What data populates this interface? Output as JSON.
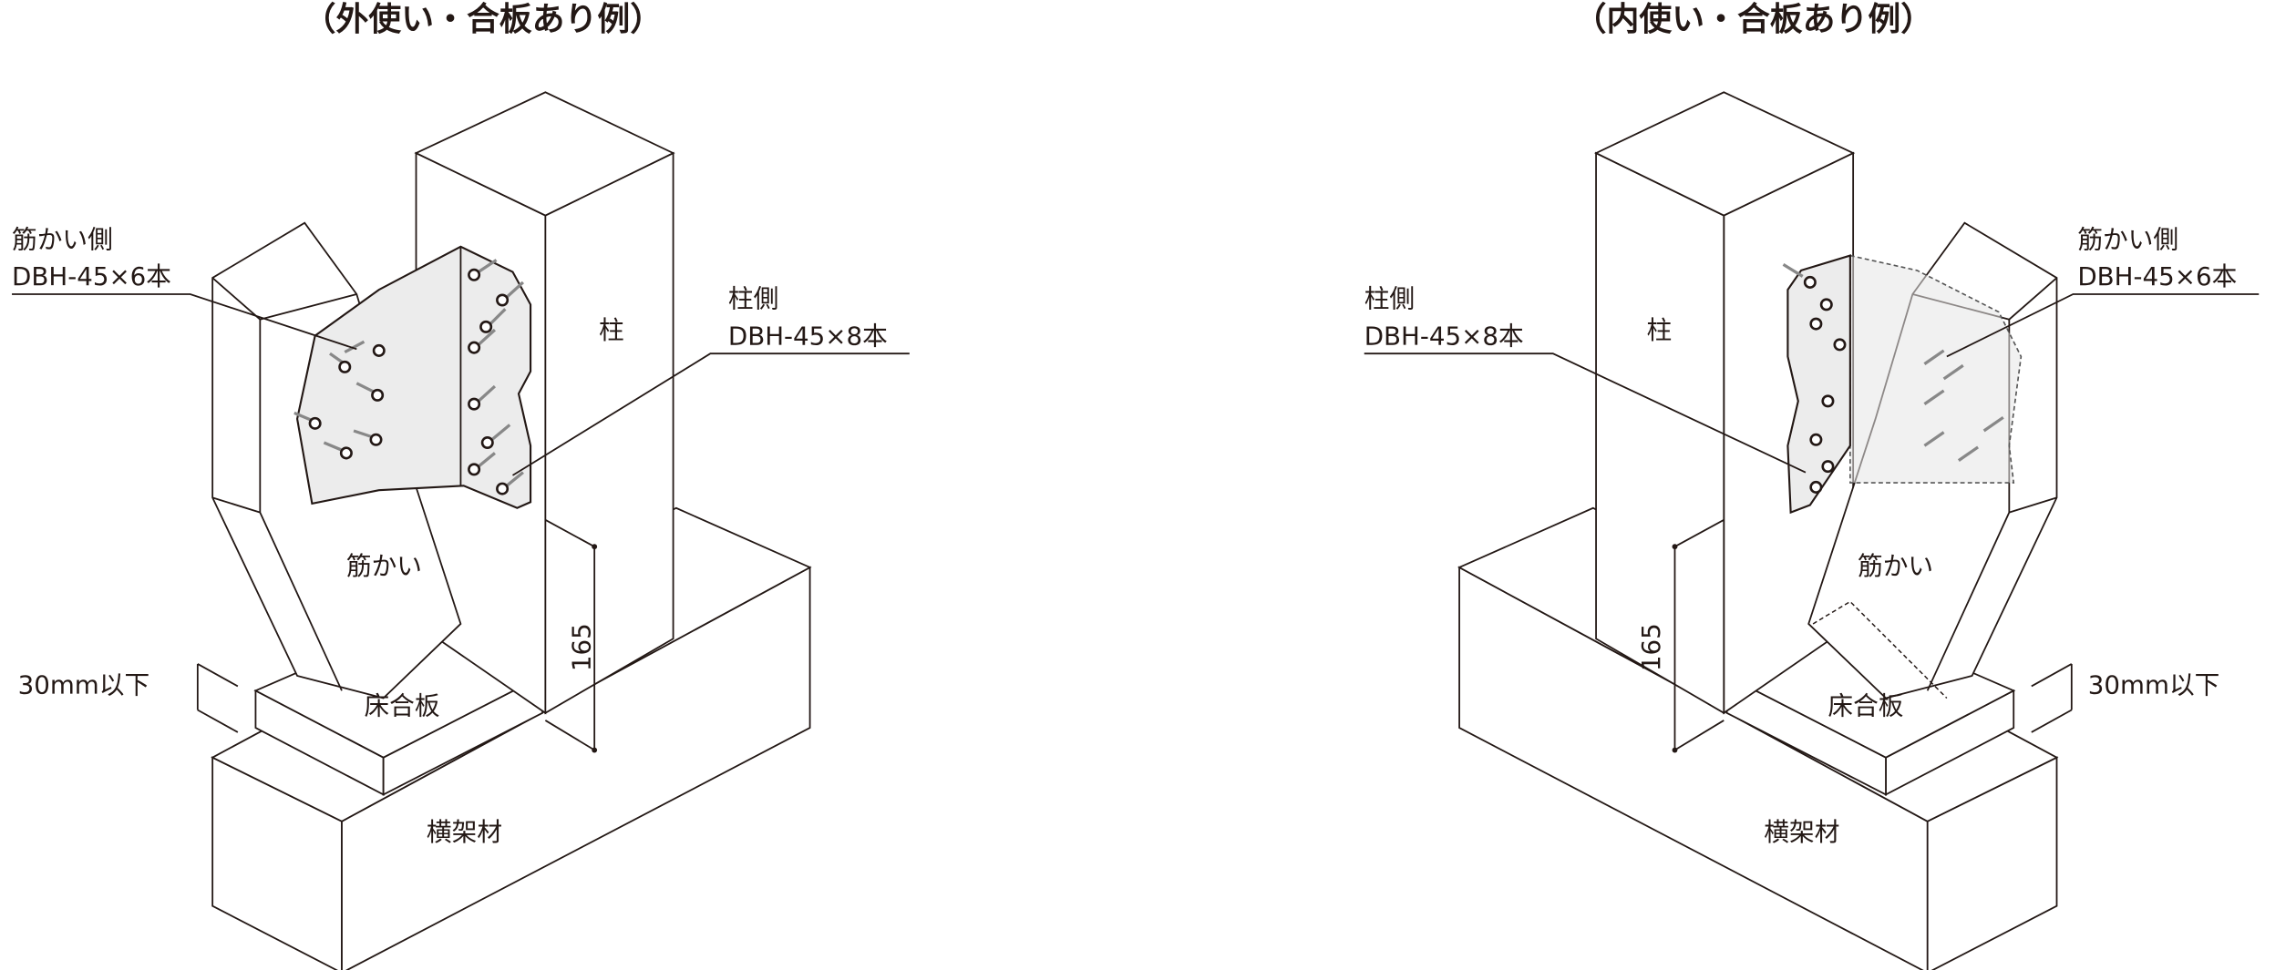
{
  "left": {
    "title": "（外使い・合板あり例）",
    "brace_side_label": "筋かい側",
    "brace_side_spec": "DBH-45×6本",
    "post_side_label": "柱側",
    "post_side_spec": "DBH-45×8本",
    "post": "柱",
    "brace": "筋かい",
    "floor_plywood": "床合板",
    "horizontal_member": "横架材",
    "dimension": "165",
    "gap": "30mm以下"
  },
  "right": {
    "title": "（内使い・合板あり例）",
    "brace_side_label": "筋かい側",
    "brace_side_spec": "DBH-45×6本",
    "post_side_label": "柱側",
    "post_side_spec": "DBH-45×8本",
    "post": "柱",
    "brace": "筋かい",
    "floor_plywood": "床合板",
    "horizontal_member": "横架材",
    "dimension": "165",
    "gap": "30mm以下"
  }
}
